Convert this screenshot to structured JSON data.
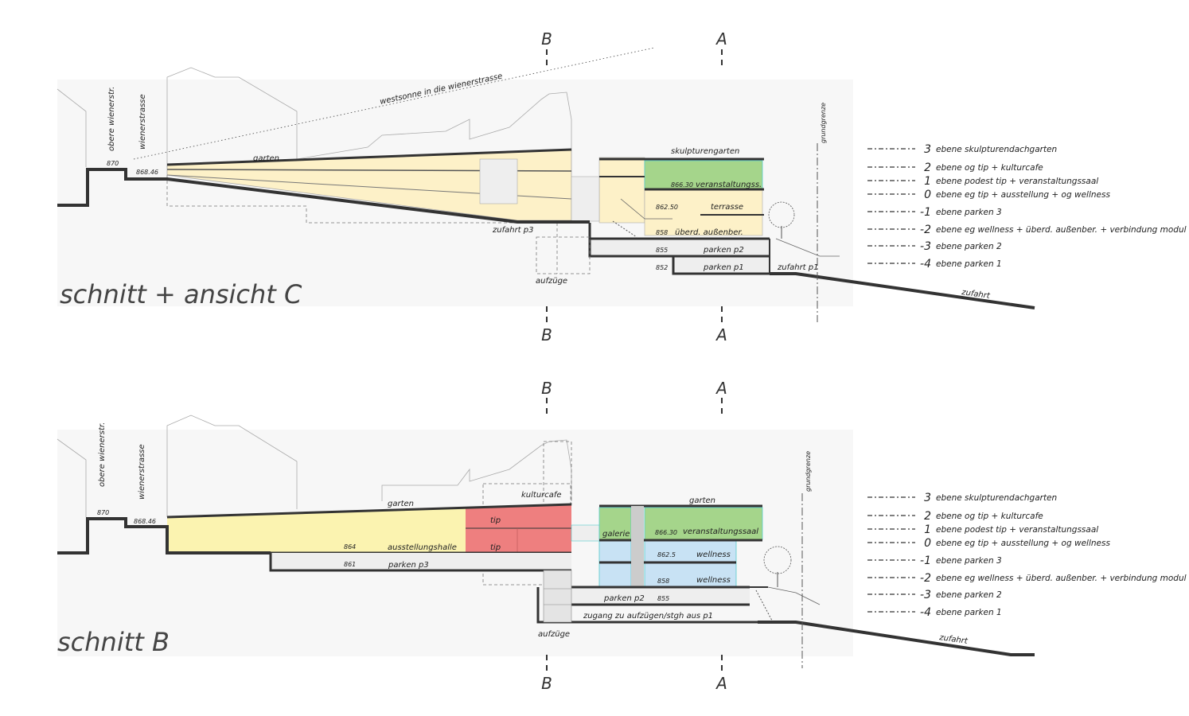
{
  "axis_marks": {
    "b": "B",
    "a": "A"
  },
  "section_c": {
    "title": "schnitt + ansicht C",
    "labels": {
      "obere_wienerstr": "obere wienerstr.",
      "wienerstrasse": "wienerstrasse",
      "westsonne": "westsonne in die wienerstrasse",
      "garten": "garten",
      "skulpturengarten": "skulpturengarten",
      "veranstaltungss": "veranstaltungss.",
      "terrasse": "terrasse",
      "ueberd": "überd. außenber.",
      "zufahrt_p3": "zufahrt p3",
      "parken_p2": "parken p2",
      "parken_p1": "parken p1",
      "zufahrt_p1": "zufahrt p1",
      "aufzuege": "aufzüge",
      "grundgrenze": "grundgrenze",
      "zufahrt": "zufahrt"
    },
    "elevations": {
      "e870": "870",
      "e868": "868.46",
      "e866": "866.30",
      "e862": "862.50",
      "e858": "858",
      "e855": "855",
      "e852": "852"
    }
  },
  "section_b": {
    "title": "schnitt B",
    "labels": {
      "obere_wienerstr": "obere wienerstr.",
      "wienerstrasse": "wienerstrasse",
      "garten_left": "garten",
      "kulturcafe": "kulturcafe",
      "garten_right": "garten",
      "tip_upper": "tip",
      "tip_lower": "tip",
      "ausstellungshalle": "ausstellungshalle",
      "galerie": "galerie",
      "veranstaltungssaal": "veranstaltungssaal",
      "wellness_upper": "wellness",
      "wellness_lower": "wellness",
      "parken_p3": "parken p3",
      "parken_p2": "parken p2",
      "zugang": "zugang zu aufzügen/stgh aus p1",
      "aufzuege": "aufzüge",
      "grundgrenze": "grundgrenze",
      "zufahrt": "zufahrt"
    },
    "elevations": {
      "e870": "870",
      "e868": "868.46",
      "e864": "864",
      "e861": "861",
      "e866": "866.30",
      "e862": "862.5",
      "e858": "858",
      "e855": "855"
    }
  },
  "legend": [
    {
      "level": "3",
      "text": "ebene skulpturendachgarten"
    },
    {
      "level": "2",
      "text": "ebene og tip + kulturcafe"
    },
    {
      "level": "1",
      "text": "ebene podest tip + veranstaltungssaal"
    },
    {
      "level": "0",
      "text": "ebene eg tip + ausstellung + og wellness"
    },
    {
      "level": "-1",
      "text": "ebene parken 3"
    },
    {
      "level": "-2",
      "text": "ebene eg wellness + überd. außenber. + verbindung modul VI"
    },
    {
      "level": "-3",
      "text": "ebene parken 2"
    },
    {
      "level": "-4",
      "text": "ebene parken 1"
    }
  ],
  "colors": {
    "yellow": "#fbf3b0",
    "pale_yellow": "#fdf1c8",
    "green": "#a5d58b",
    "red": "#ee7f7f",
    "blue": "#c8e2f4",
    "grey_fill": "#eeeeee",
    "backdrop": "#f7f7f7"
  }
}
